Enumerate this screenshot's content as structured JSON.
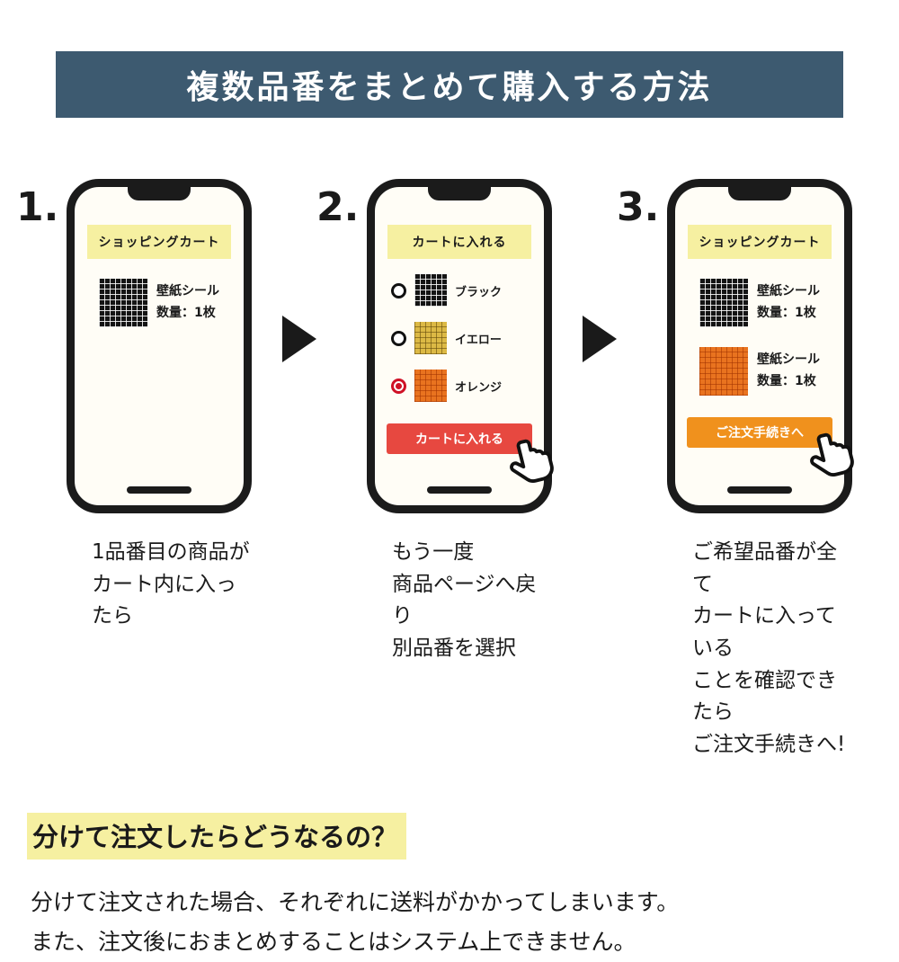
{
  "colors": {
    "header_bg": "#3d5a70",
    "banner_yellow": "#f6f0a1",
    "highlight_yellow": "#f6f0a1",
    "add_to_cart_red": "#e74840",
    "checkout_orange": "#f0911d",
    "swatch_black": "#141414",
    "swatch_yellow": "#dcb945",
    "swatch_orange": "#e9731f"
  },
  "header": {
    "title": "複数品番をまとめて購入する方法"
  },
  "steps": [
    {
      "number": "1.",
      "phone": {
        "banner": "ショッピングカート",
        "items": [
          {
            "swatch": "black",
            "lines": [
              "壁紙シール",
              "数量：1枚"
            ]
          }
        ]
      },
      "caption_lines": [
        "1品番目の商品が",
        "カート内に入ったら"
      ]
    },
    {
      "number": "2.",
      "phone": {
        "banner": "カートに入れる",
        "options": [
          {
            "label": "ブラック",
            "swatch": "black",
            "selected": false
          },
          {
            "label": "イエロー",
            "swatch": "yellow",
            "selected": false
          },
          {
            "label": "オレンジ",
            "swatch": "orange",
            "selected": true
          }
        ],
        "button": {
          "label": "カートに入れる"
        }
      },
      "caption_lines": [
        "もう一度",
        "商品ページへ戻り",
        "別品番を選択"
      ]
    },
    {
      "number": "3.",
      "phone": {
        "banner": "ショッピングカート",
        "items": [
          {
            "swatch": "black",
            "lines": [
              "壁紙シール",
              "数量：1枚"
            ]
          },
          {
            "swatch": "orange",
            "lines": [
              "壁紙シール",
              "数量：1枚"
            ]
          }
        ],
        "button": {
          "label": "ご注文手続きへ"
        }
      },
      "caption_lines": [
        "ご希望品番が全て",
        "カートに入っている",
        "ことを確認できたら",
        "ご注文手続きへ!"
      ]
    }
  ],
  "footer": {
    "heading": "分けて注文したらどうなるの？",
    "body_lines": [
      "分けて注文された場合、それぞれに送料がかかってしまいます。",
      "また、注文後におまとめすることはシステム上できません。"
    ]
  }
}
